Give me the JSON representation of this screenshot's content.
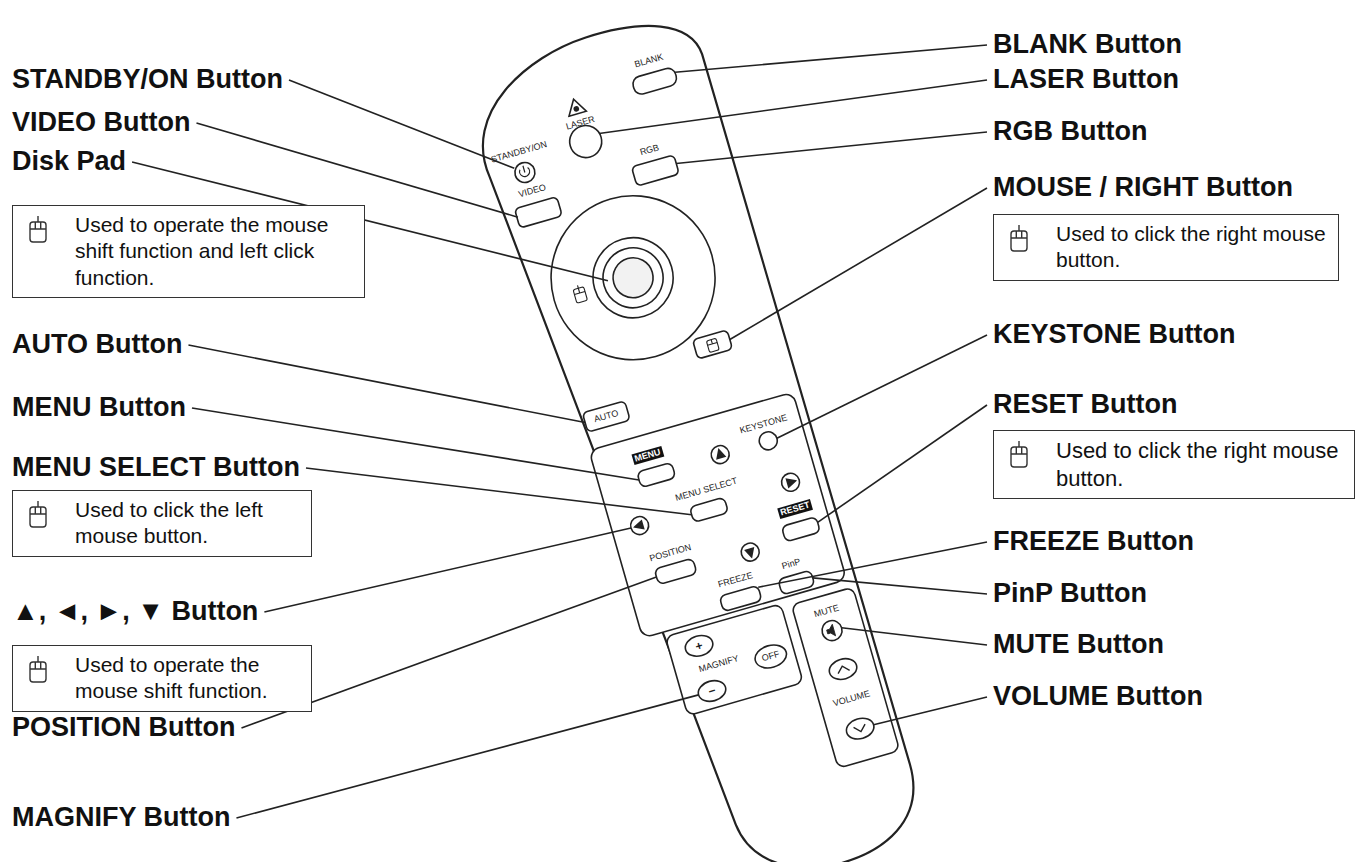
{
  "diagram": {
    "nodes": [
      {
        "text": [
          "Used to operate the mouse shift function and left click function."
        ]
      },
      {
        "text": [
          "Used to click the left mouse button."
        ]
      },
      {
        "text": [
          "Used to operate the mouse shift function."
        ]
      },
      {
        "text": [
          "Used to click the right mouse button."
        ]
      },
      {
        "text": [
          "Used to click the right mouse button."
        ]
      }
    ],
    "labels": [
      "STANDBY/ON Button",
      "VIDEO Button",
      "Disk Pad",
      "AUTO Button",
      "MENU Button",
      "MENU SELECT Button",
      "▲, ◄, ►, ▼ Button",
      "POSITION Button",
      "MAGNIFY Button",
      "BLANK Button",
      "LASER Button",
      "RGB Button",
      "MOUSE / RIGHT Button",
      "KEYSTONE Button",
      "RESET Button",
      "FREEZE Button",
      "PinP Button",
      "MUTE Button",
      "VOLUME Button",
      "STANDBY/ON",
      "LASER",
      "BLANK",
      "VIDEO",
      "RGB",
      "AUTO",
      "KEYSTONE",
      "MENU",
      "MENU SELECT",
      "RESET",
      "POSITION",
      "FREEZE",
      "PinP",
      "MUTE",
      "+",
      "−",
      "OFF",
      "MAGNIFY",
      "VOLUME"
    ]
  }
}
